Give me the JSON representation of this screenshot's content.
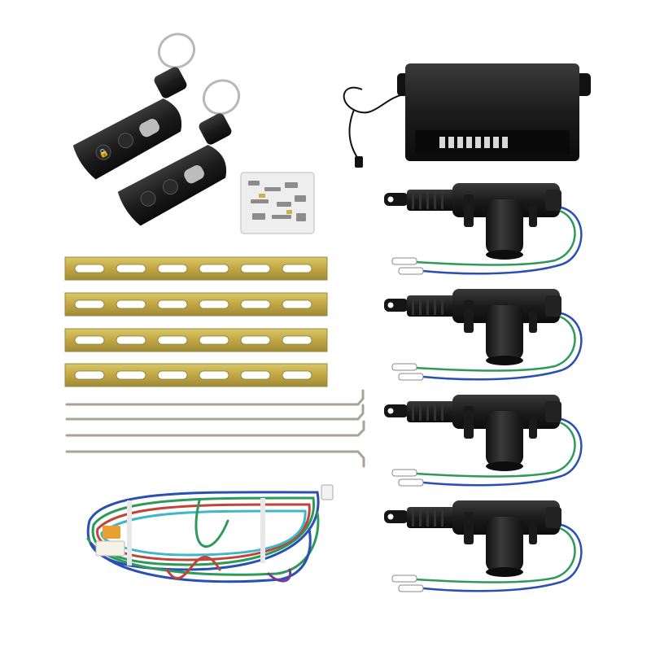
{
  "image": {
    "background": "#ffffff",
    "kit_items": [
      {
        "name": "remote-key-fob",
        "count": 2
      },
      {
        "name": "hardware-screws-bag",
        "count": 1
      },
      {
        "name": "control-module",
        "count": 1
      },
      {
        "name": "mounting-bracket",
        "count": 4
      },
      {
        "name": "connecting-rod",
        "count": 4
      },
      {
        "name": "wiring-harness",
        "count": 1
      },
      {
        "name": "door-lock-actuator",
        "count": 4
      }
    ],
    "colors": {
      "plastic_black": "#1c1c1c",
      "bracket_gold": "#c9b24a",
      "rod_steel": "#a9a397",
      "wire_blue": "#2a4fb5",
      "wire_green": "#2e9a5a",
      "wire_red": "#c0443a",
      "key_ring": "#b8b8b8"
    }
  }
}
